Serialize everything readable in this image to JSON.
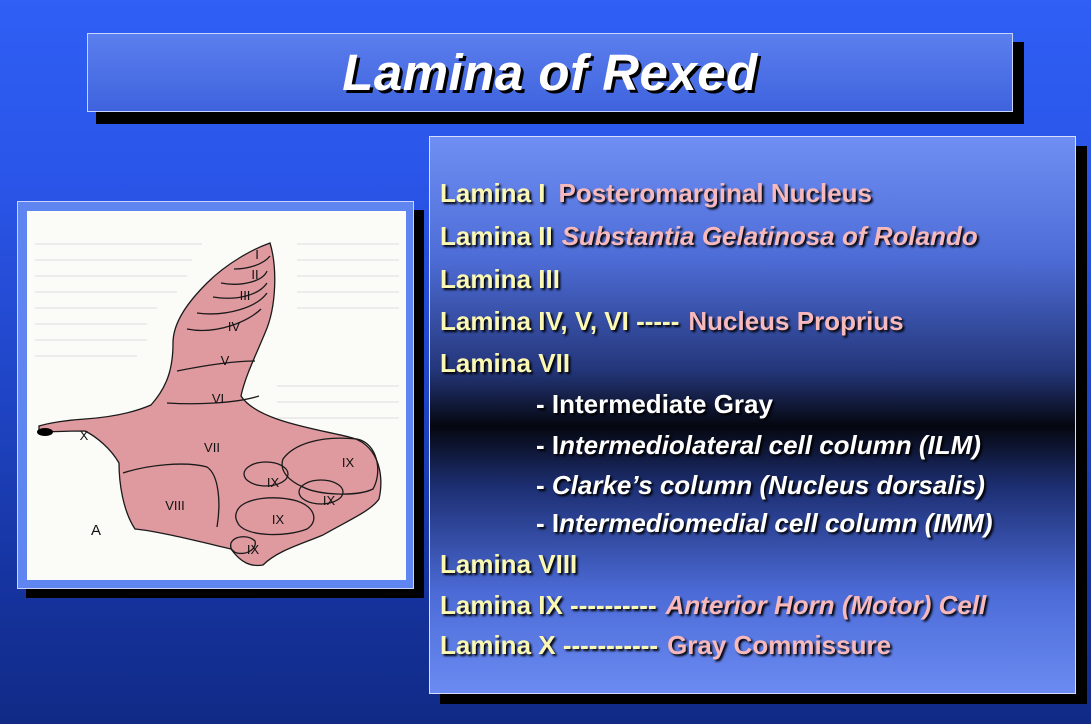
{
  "slide": {
    "title": "Lamina of Rexed"
  },
  "figure": {
    "panel_letter": "A",
    "labels": {
      "I": "I",
      "II": "II",
      "III": "III",
      "IV": "IV",
      "V": "V",
      "VI": "VI",
      "VII": "VII",
      "VIII": "VIII",
      "IX": "IX",
      "X": "X"
    },
    "colors": {
      "gray_matter": "#df9aa0",
      "outline": "#1a1a1a",
      "paper": "#fbfbf8"
    }
  },
  "list": {
    "l1": {
      "prefix": "Lamina  I",
      "desc": "Posteromarginal Nucleus"
    },
    "l2": {
      "prefix": "Lamina  II",
      "desc": "Substantia Gelatinosa of Rolando"
    },
    "l3": {
      "prefix": "Lamina  III"
    },
    "l4": {
      "prefix": "Lamina  IV, V, VI -----",
      "desc": "Nucleus Proprius"
    },
    "l5": {
      "prefix": "Lamina  VII"
    },
    "sub": [
      {
        "dash": "- I",
        "text": "ntermediate Gray"
      },
      {
        "dash": "- I",
        "text": "ntermediolateral cell column (ILM)"
      },
      {
        "dash": "- ",
        "text": "Clarke’s column (Nucleus dorsalis)"
      },
      {
        "dash": "- I",
        "text": "ntermediomedial cell column (IMM)"
      }
    ],
    "l6": {
      "prefix": "Lamina VIII"
    },
    "l7": {
      "prefix": "Lamina IX ----------",
      "desc": "Anterior Horn (Motor) Cell"
    },
    "l8": {
      "prefix": "Lamina X -----------",
      "desc": "Gray Commissure"
    }
  },
  "colors": {
    "background": "#2a55e8",
    "label_yellow": "#fbf8b4",
    "desc_pink": "#f7b9bb"
  }
}
